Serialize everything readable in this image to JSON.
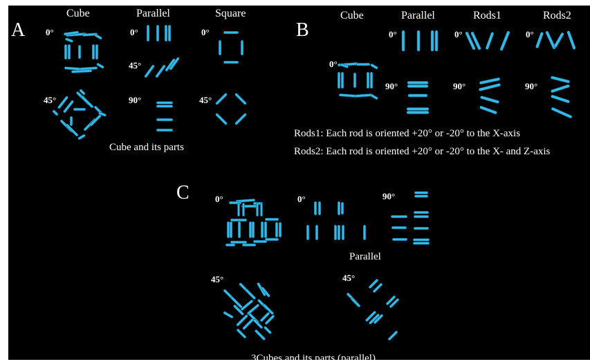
{
  "panels": {
    "a": {
      "letter": "A",
      "columns": [
        "Cube",
        "Parallel",
        "Square"
      ],
      "caption": "Cube and its parts"
    },
    "b": {
      "letter": "B",
      "columns": [
        "Cube",
        "Parallel",
        "Rods1",
        "Rods2"
      ],
      "notes": [
        "Rods1: Each rod is oriented +20° or -20° to the X-axis",
        "Rods2: Each rod is oriented +20° or -20° to the X- and Z-axis"
      ]
    },
    "c": {
      "letter": "C",
      "subcaption": "Parallel",
      "caption": "3Cubes and its parts (parallel)"
    }
  },
  "angles": {
    "deg0": "0°",
    "deg45": "45°",
    "deg90": "90°"
  },
  "colors": {
    "background": "#000000",
    "rod": "#37b9e6",
    "rod_edge": "#0a5a7a",
    "text": "#ffffff"
  }
}
